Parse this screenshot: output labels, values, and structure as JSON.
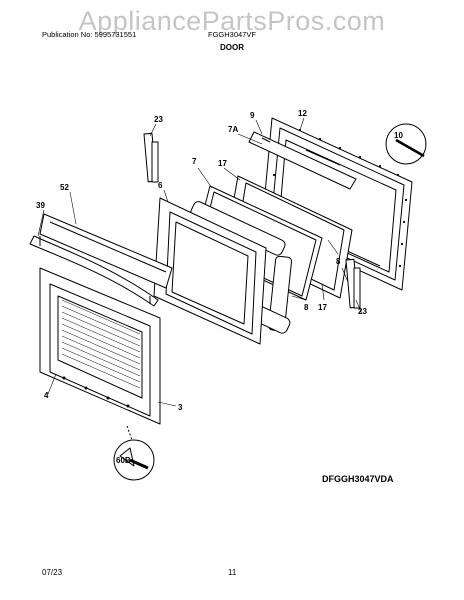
{
  "watermark": "AppliancePartsPros.com",
  "header": {
    "publication": "Publication No: 5995731551",
    "model": "FGGH3047VF",
    "title": "DOOR"
  },
  "diagram_code": "DFGGH3047VDA",
  "footer": {
    "date": "07/23",
    "page": "11"
  },
  "callouts": [
    "23",
    "9",
    "12",
    "7A",
    "10",
    "7",
    "17",
    "6",
    "52",
    "39",
    "8",
    "17",
    "8",
    "23",
    "4",
    "3",
    "60B"
  ]
}
